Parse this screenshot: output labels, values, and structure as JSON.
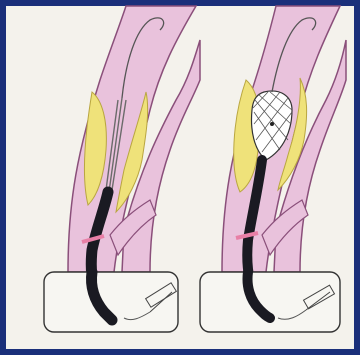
{
  "figure": {
    "panels": [
      {
        "id": "before",
        "description_name": "catheter-with-collapsed-device"
      },
      {
        "id": "after",
        "description_name": "catheter-with-expanded-mesh-device"
      }
    ],
    "colors": {
      "border": "#1a2f7a",
      "background": "#f4f2ec",
      "vessel_fill": "#e9c2dc",
      "vessel_stroke": "#8a4f7a",
      "plaque_fill": "#efe27a",
      "plaque_stroke": "#b9a640",
      "catheter": "#1a1a22",
      "wire": "#555555",
      "pink_band": "#e87fa6"
    }
  }
}
